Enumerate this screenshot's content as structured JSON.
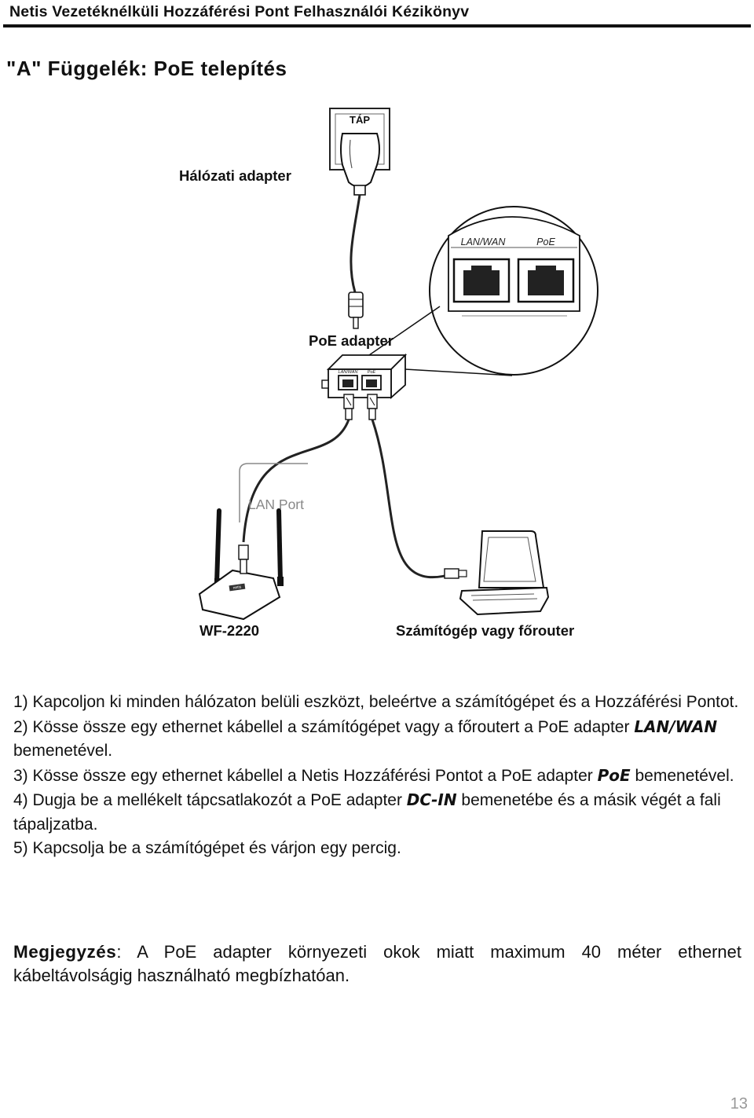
{
  "header": {
    "title": "Netis Vezetéknélküli Hozzáférési Pont Felhasználói Kézikönyv"
  },
  "section": {
    "title": "\"A\" Függelék: PoE telepítés"
  },
  "diagram": {
    "socket_label": "TÁP",
    "adapter_label": "Hálózati adapter",
    "zoom_port_lan": "LAN/WAN",
    "zoom_port_poe": "PoE",
    "poe_adapter_label": "PoE adapter",
    "small_port_lan": "LAN/WAN",
    "small_port_poe": "PoE",
    "router_port_label": "LAN Port",
    "router_logo": "netis",
    "router_model": "WF-2220",
    "computer_label": "Számítógép vagy főrouter"
  },
  "steps": {
    "s1": "1) Kapcoljon ki minden hálózaton belüli eszközt, beleértve a számítógépet és a Hozzáférési Pontot.",
    "s2_pre": "2) Kösse össze egy ethernet kábellel a számítógépet vagy a főroutert a PoE adapter ",
    "s2_kw": "LAN/WAN",
    "s2_post": " bemenetével.",
    "s3_pre": "3) Kösse össze egy ethernet kábellel a Netis Hozzáférési Pontot a PoE adapter ",
    "s3_kw": "PoE",
    "s3_post": " bemenetével.",
    "s4_pre": "4) Dugja be a mellékelt tápcsatlakozót a PoE adapter ",
    "s4_kw": "DC-IN",
    "s4_post": " bemenetébe és a másik végét a fali tápaljzatba.",
    "s5": "5) Kapcsolja be a számítógépet és várjon egy percig."
  },
  "note": {
    "label": "Megjegyzés",
    "text": ": A PoE adapter környezeti okok miatt maximum 40 méter ethernet kábeltávolságig használható megbízhatóan."
  },
  "page_number": "13"
}
